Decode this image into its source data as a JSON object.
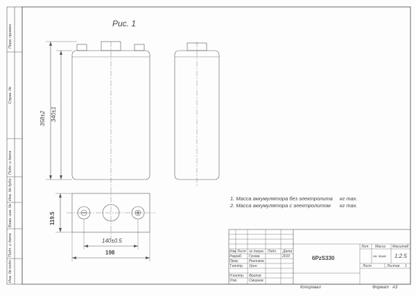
{
  "figure_label": "Рис. 1",
  "dimensions": {
    "overall_height": "358±2",
    "case_height": "340±1",
    "top_width": "140±0.5",
    "overall_width": "198",
    "depth": "119.5"
  },
  "notes": [
    {
      "text": "1. Масса аккумулятора без электролита",
      "unit": "кг max."
    },
    {
      "text": "2. Масса аккумулятора с электролитом",
      "unit": "кг max."
    }
  ],
  "side_stamp": [
    "Перв. примен.",
    "Справ. №",
    "Подп. и дата",
    "Инв. № дубл.",
    "Взам. инв. №",
    "Подп. и дата",
    "Инв. № подл."
  ],
  "title_block": {
    "designation": "6PzS330",
    "header": [
      "Лит.",
      "Масса",
      "Масштаб"
    ],
    "mass": "см. прим.",
    "scale": "1:2.5",
    "sheet_label": "Лист",
    "sheets_label": "Листов",
    "sheets_value": "1",
    "change_header": [
      "Изм",
      "Лист",
      "№ докум.",
      "Подп.",
      "Дата"
    ],
    "roles": [
      "Разраб.",
      "Пров.",
      "Т.контр.",
      "",
      "Н.контр.",
      "Утв."
    ],
    "names": [
      "Гусева",
      "Резников",
      "Урин",
      "",
      "Фролов",
      "Смирнов"
    ],
    "date": "2010"
  },
  "footer": {
    "copied": "Копировал",
    "format": "Формат",
    "format_value": "А3"
  }
}
